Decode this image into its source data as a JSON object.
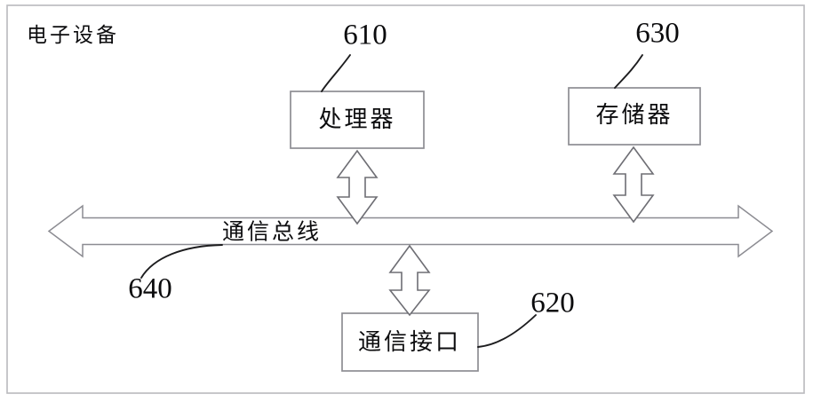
{
  "figure": {
    "enclosure_label": "电子设备",
    "background_color": "#ffffff",
    "line_color": "#8c8c92",
    "text_color": "#0c0c0e"
  },
  "blocks": [
    {
      "id": "processor",
      "label": "处理器",
      "ref": "610"
    },
    {
      "id": "communication-interface",
      "label": "通信接口",
      "ref": "620"
    },
    {
      "id": "memory",
      "label": "存储器",
      "ref": "630"
    },
    {
      "id": "communication-bus",
      "label": "通信总线",
      "ref": "640"
    }
  ],
  "refs": {
    "processor": "610",
    "communication_interface": "620",
    "memory": "630",
    "bus": "640"
  },
  "connections": [
    {
      "from": "processor",
      "to": "communication-bus",
      "style": "double-arrow"
    },
    {
      "from": "memory",
      "to": "communication-bus",
      "style": "double-arrow"
    },
    {
      "from": "communication-bus",
      "to": "communication-interface",
      "style": "double-arrow"
    }
  ]
}
